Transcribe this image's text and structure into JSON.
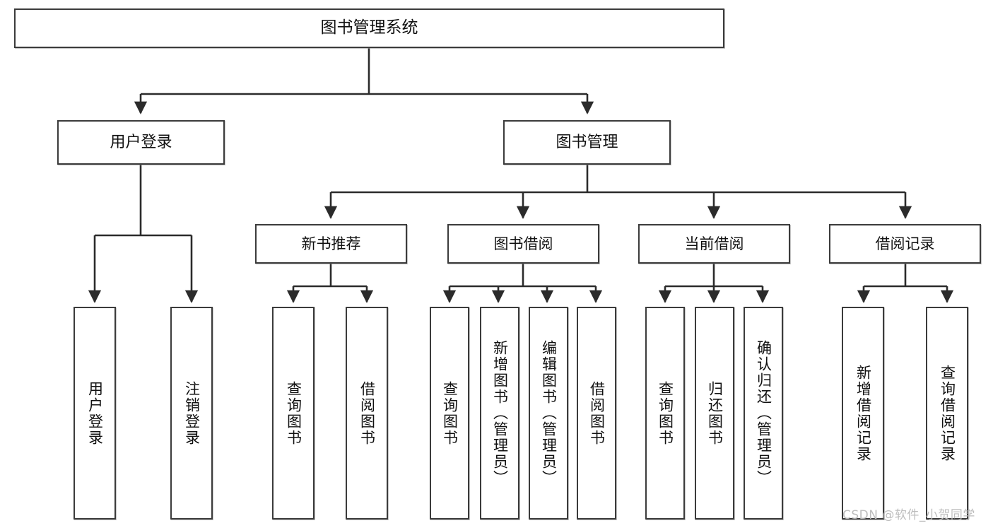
{
  "diagram": {
    "title": "图书管理系统",
    "type": "hierarchy-tree",
    "watermark": "CSDN @软件_小贺同学",
    "colors": {
      "node_border": "#3b3b3b",
      "node_fill": "#ffffff",
      "connector": "#2b2b2b",
      "background": "#ffffff",
      "watermark": "#bdbdbd"
    },
    "nodes": {
      "root": {
        "label": "图书管理系统"
      },
      "level1": [
        {
          "label": "用户登录"
        },
        {
          "label": "图书管理"
        }
      ],
      "level2": [
        {
          "label": "新书推荐"
        },
        {
          "label": "图书借阅"
        },
        {
          "label": "当前借阅"
        },
        {
          "label": "借阅记录"
        }
      ],
      "leaves": {
        "user_login": [
          {
            "label": "用户登录"
          },
          {
            "label": "注销登录"
          }
        ],
        "new_book_recommend": [
          {
            "label": "查询图书"
          },
          {
            "label": "借阅图书"
          }
        ],
        "book_borrow": [
          {
            "label": "查询图书"
          },
          {
            "label": "新增图书（管理员）"
          },
          {
            "label": "编辑图书（管理员）"
          },
          {
            "label": "借阅图书"
          }
        ],
        "current_borrow": [
          {
            "label": "查询图书"
          },
          {
            "label": "归还图书"
          },
          {
            "label": "确认归还（管理员）"
          }
        ],
        "borrow_record": [
          {
            "label": "新增借阅记录"
          },
          {
            "label": "查询借阅记录"
          }
        ]
      }
    }
  }
}
